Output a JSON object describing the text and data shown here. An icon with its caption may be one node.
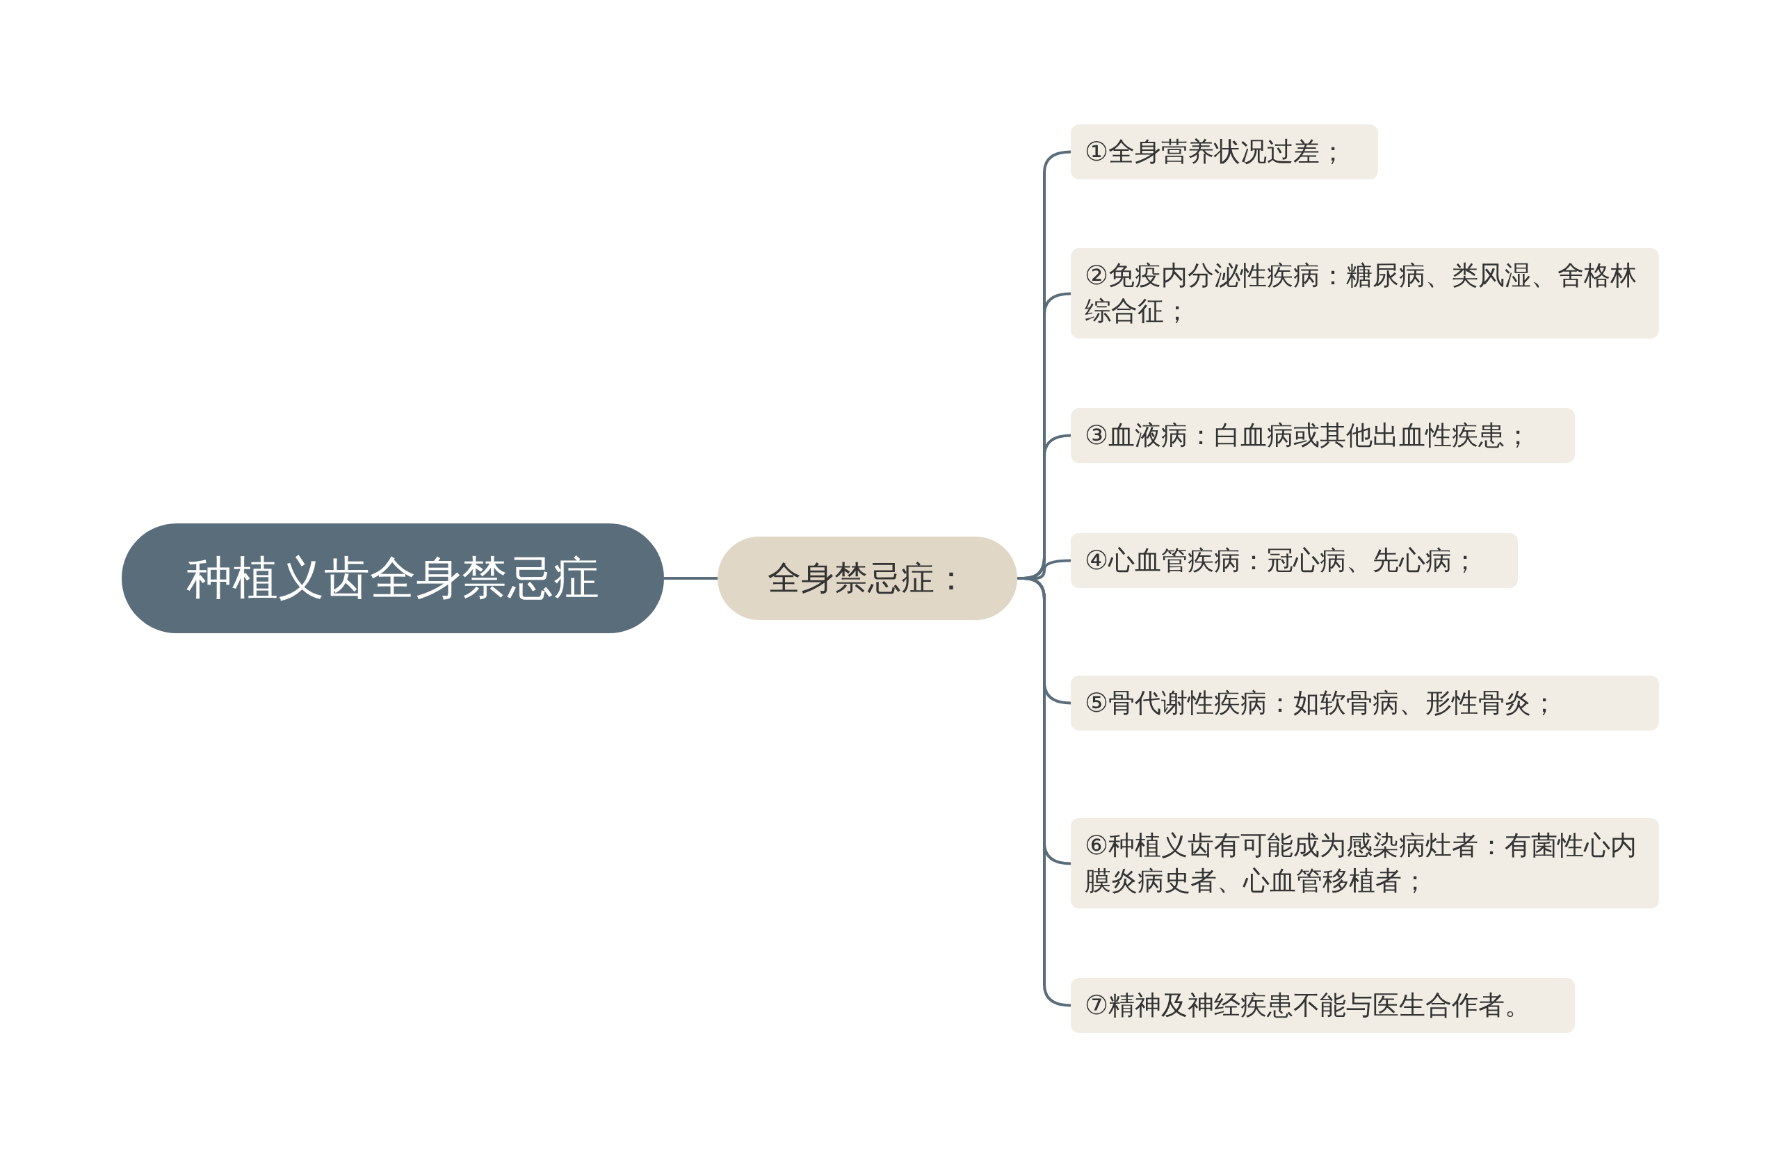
{
  "diagram": {
    "nodes": [
      {
        "text": [
          "种植义齿全身禁忌症"
        ]
      },
      {
        "text": [
          "全身禁忌症："
        ]
      },
      {
        "text": [
          "①全身营养状况过差；"
        ]
      },
      {
        "text": [
          "②免疫内分泌性疾病：糖尿病、类风湿、舍格林综合征；"
        ]
      },
      {
        "text": [
          "③血液病：白血病或其他出血性疾患；"
        ]
      },
      {
        "text": [
          "④心血管疾病：冠心病、先心病；"
        ]
      },
      {
        "text": [
          "⑤骨代谢性疾病：如软骨病、形性骨炎；"
        ]
      },
      {
        "text": [
          "⑥种植义齿有可能成为感染病灶者：有菌性心内膜炎病史者、心血管移植者；"
        ]
      },
      {
        "text": [
          "⑦精神及神经疾患不能与医生合作者。"
        ]
      }
    ],
    "edges": [
      {
        "from": 0,
        "to": 1,
        "arrow": "none"
      },
      {
        "from": 1,
        "to": 2,
        "arrow": "none"
      },
      {
        "from": 1,
        "to": 3,
        "arrow": "none"
      },
      {
        "from": 1,
        "to": 4,
        "arrow": "none"
      },
      {
        "from": 1,
        "to": 5,
        "arrow": "none"
      },
      {
        "from": 1,
        "to": 6,
        "arrow": "none"
      },
      {
        "from": 1,
        "to": 7,
        "arrow": "none"
      },
      {
        "from": 1,
        "to": 8,
        "arrow": "none"
      }
    ]
  }
}
